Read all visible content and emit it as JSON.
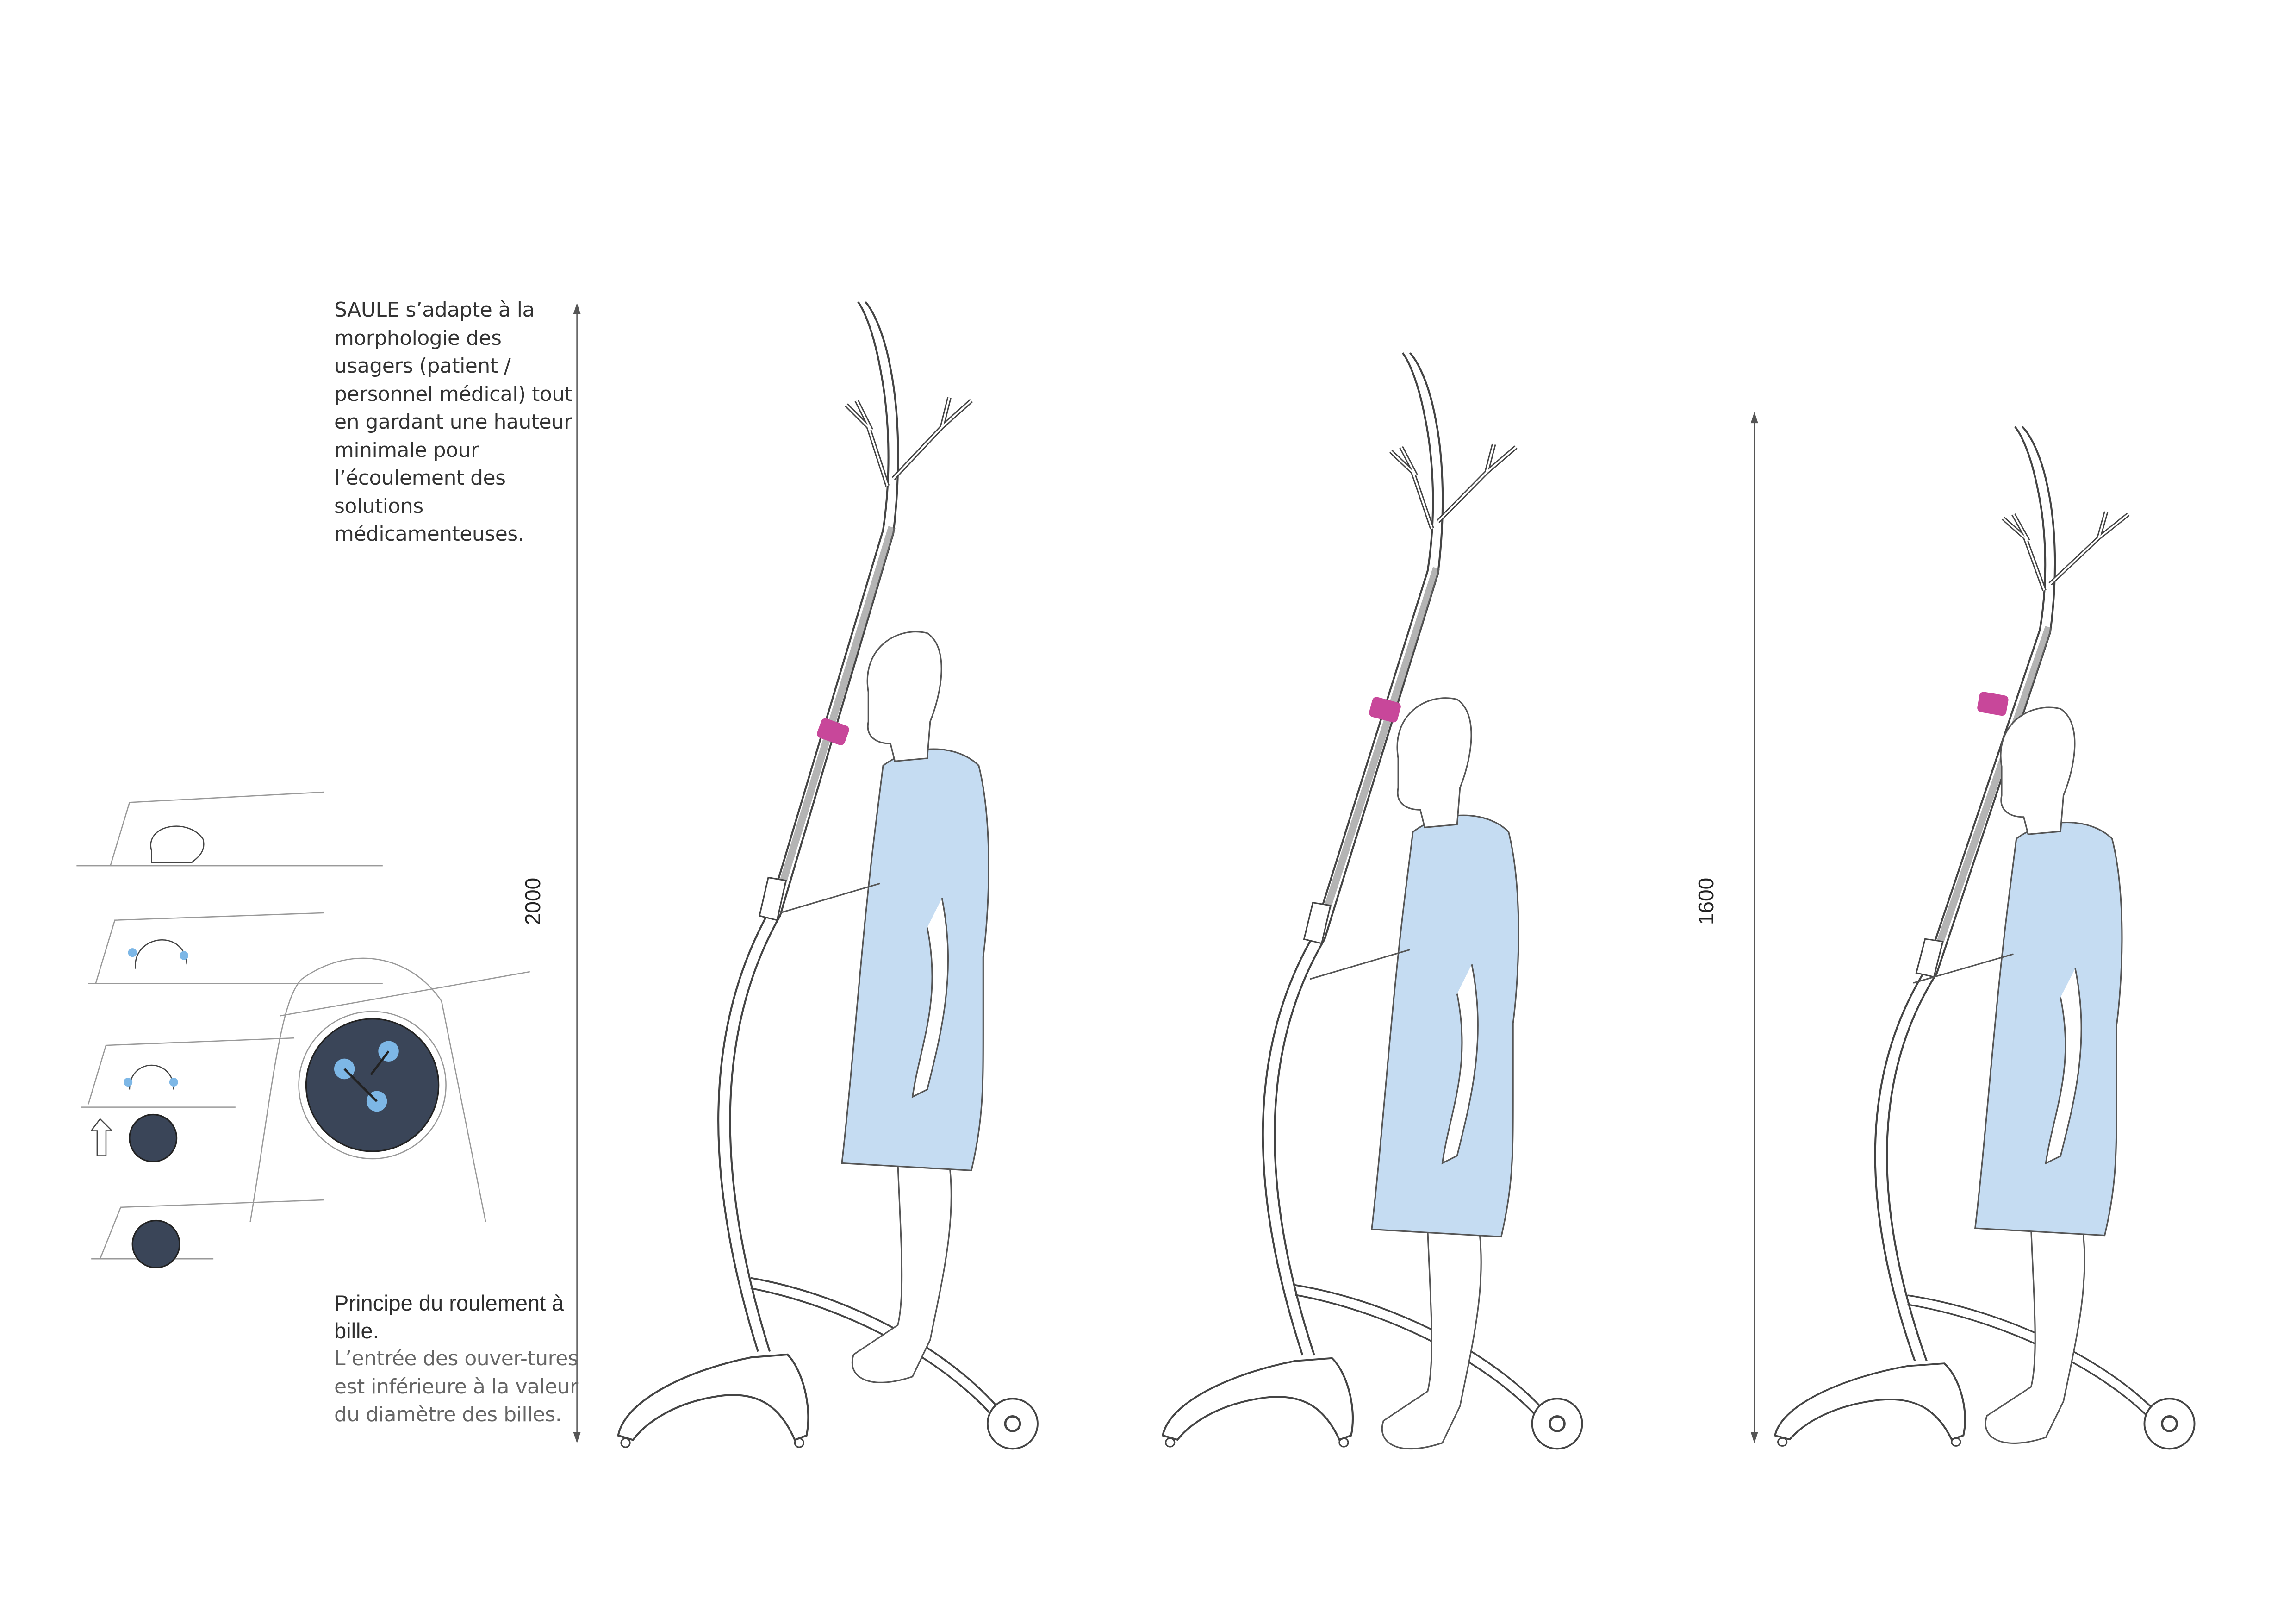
{
  "intro_text": "SAULE s’adapte à la morphologie des usagers (patient / personnel médical) tout en gardant une hauteur minimale pour l’écoulement des solutions médicamenteuses.",
  "ball_bearing": {
    "title": "Principe du roulement à bille.",
    "body": "L’entrée des ouver-tures  est inférieure à la valeur du diamètre des billes."
  },
  "dimensions": {
    "max_height": "2000",
    "min_height": "1600"
  },
  "colors": {
    "gown": "#c5dcf2",
    "collar": "#c8479a",
    "ball": "#3a4558",
    "ball_dot": "#7db7e6",
    "line": "#444444"
  }
}
